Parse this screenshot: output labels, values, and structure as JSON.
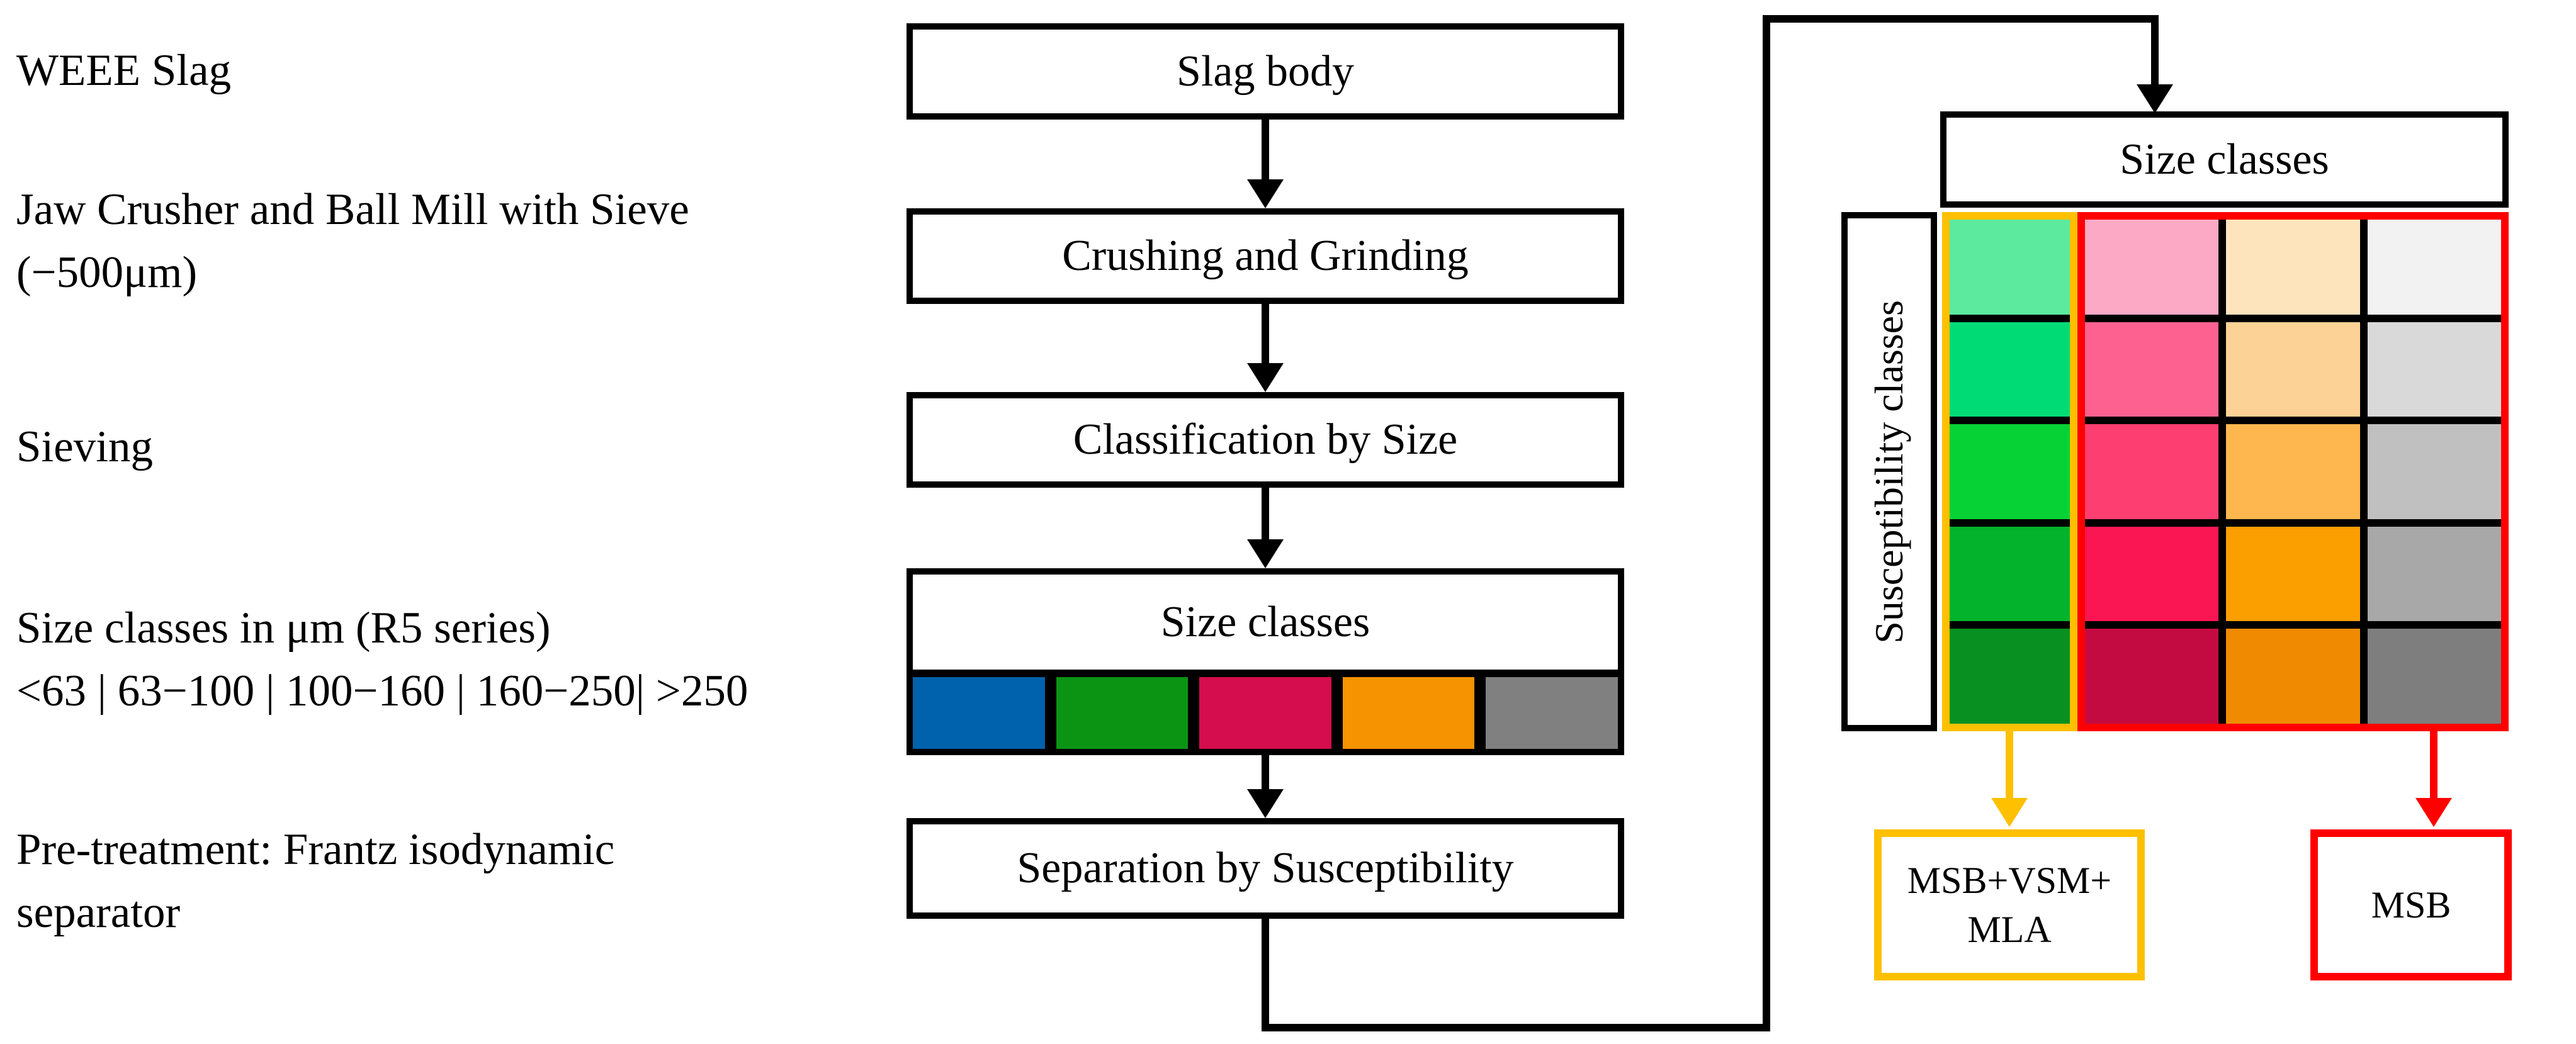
{
  "left_labels": {
    "block1": {
      "line1": "WEEE Slag"
    },
    "block2": {
      "line1": "Jaw Crusher and Ball Mill with Sieve",
      "line2": "(−500μm)"
    },
    "block3": {
      "line1": "Sieving"
    },
    "block4": {
      "line1": "Size classes in μm (R5 series)",
      "line2": "<63 | 63−100 | 100−160 | 160−250| >250"
    },
    "block5": {
      "line1": "Pre-treatment: Frantz isodynamic",
      "line2": "separator"
    }
  },
  "flowchart": {
    "slag_body": "Slag body",
    "crushing": "Crushing and Grinding",
    "classification": "Classification by Size",
    "size_classes": "Size classes",
    "separation": "Separation by Susceptibility",
    "strip_colors": [
      "#0062AC",
      "#0B9414",
      "#D50C4D",
      "#F59300",
      "#808080"
    ]
  },
  "matrix": {
    "header": "Size classes",
    "row_axis_label": "Susceptibility classes",
    "column_outline_colors": {
      "magnetic": "#FFC000",
      "rest": "#FF0000"
    },
    "columns": [
      {
        "name": "green",
        "cells": [
          "#5CEA9F",
          "#00DB76",
          "#06D235",
          "#02B32B",
          "#089121"
        ]
      },
      {
        "name": "pink",
        "cells": [
          "#FCA9C5",
          "#FC6190",
          "#FC3F70",
          "#FA1653",
          "#C30B41"
        ]
      },
      {
        "name": "orange",
        "cells": [
          "#FDE4BC",
          "#FDD296",
          "#FDB74E",
          "#FB9E00",
          "#F08A00"
        ]
      },
      {
        "name": "gray",
        "cells": [
          "#F2F2F2",
          "#D9D9D9",
          "#C0C0C0",
          "#A8A8A8",
          "#7E7E7E"
        ]
      }
    ]
  },
  "outputs": {
    "magnetic": {
      "line1": "MSB+VSM+",
      "line2": "MLA",
      "border_color": "#FFC000"
    },
    "msb": {
      "line1": "MSB",
      "border_color": "#FF0000"
    }
  },
  "colors": {
    "line_black": "#000000",
    "accent_gold": "#FFC000",
    "accent_red": "#FF0000"
  }
}
